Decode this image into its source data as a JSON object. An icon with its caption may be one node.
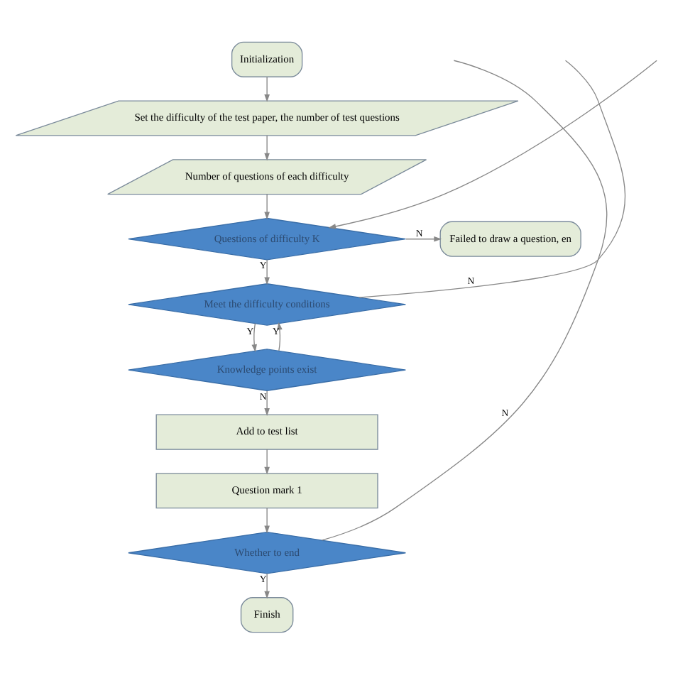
{
  "diagram": {
    "nodes": [
      {
        "text": [
          "Initialization"
        ]
      },
      {
        "text": [
          "Set the difficulty of the test paper, the number of test questions"
        ]
      },
      {
        "text": [
          "Number of questions of each difficulty"
        ]
      },
      {
        "text": [
          "Questions of difficulty K"
        ]
      },
      {
        "text": [
          "Failed to draw a question, en"
        ]
      },
      {
        "text": [
          "Meet the difficulty conditions"
        ]
      },
      {
        "text": [
          "Knowledge points exist"
        ]
      },
      {
        "text": [
          "Add to test list"
        ]
      },
      {
        "text": [
          "Question mark 1"
        ]
      },
      {
        "text": [
          "Whether to end"
        ]
      },
      {
        "text": [
          "Finish"
        ]
      }
    ],
    "edges": [
      {
        "from": 0,
        "to": 1,
        "arrow": "to"
      },
      {
        "from": 1,
        "to": 2,
        "arrow": "to"
      },
      {
        "from": 2,
        "to": 3,
        "arrow": "to"
      },
      {
        "from": null,
        "to": 3,
        "arrow": "to"
      },
      {
        "from": 3,
        "to": 4,
        "arrow": "to",
        "label": "N"
      },
      {
        "from": 3,
        "to": 5,
        "arrow": "to",
        "label": "Y"
      },
      {
        "from": 5,
        "to": null,
        "arrow": "none",
        "label": "N"
      },
      {
        "from": 5,
        "to": 6,
        "arrow": "to",
        "label": "Y"
      },
      {
        "from": 6,
        "to": 5,
        "arrow": "to",
        "label": "Y"
      },
      {
        "from": 6,
        "to": 7,
        "arrow": "to",
        "label": "N"
      },
      {
        "from": 7,
        "to": 8,
        "arrow": "to"
      },
      {
        "from": 8,
        "to": 9,
        "arrow": "to"
      },
      {
        "from": 9,
        "to": null,
        "arrow": "none",
        "label": "N"
      },
      {
        "from": 9,
        "to": 10,
        "arrow": "to",
        "label": "Y"
      }
    ]
  }
}
